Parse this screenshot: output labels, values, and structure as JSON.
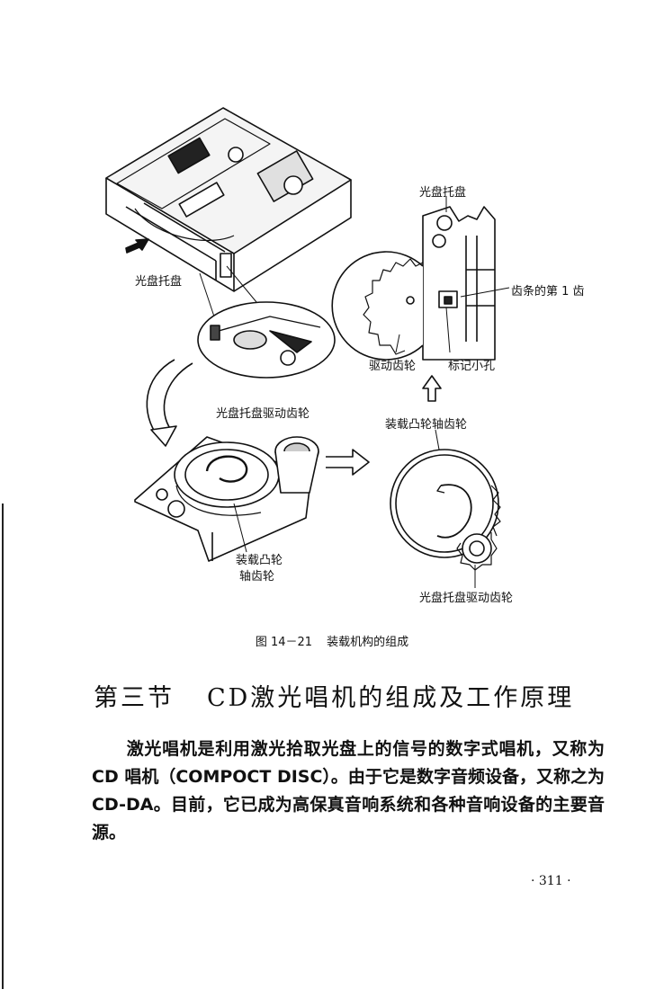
{
  "figure": {
    "labels": {
      "tray_left": "光盘托盘",
      "tray_top_right": "光盘托盘",
      "rack_first_tooth": "齿条的第 1 齿",
      "drive_gear": "驱动齿轮",
      "mark_hole": "标记小孔",
      "tray_drive_gear_top": "光盘托盘驱动齿轮",
      "load_cam_gear_right": "装载凸轮轴齿轮",
      "load_cam_line1": "装载凸轮",
      "load_cam_line2": "轴齿轮",
      "tray_drive_gear_bottom": "光盘托盘驱动齿轮"
    },
    "caption_number": "图 14－21",
    "caption_text": "装载机构的组成"
  },
  "section": {
    "number": "第三节",
    "title": "CD激光唱机的组成及工作原理"
  },
  "paragraph": "激光唱机是利用激光拾取光盘上的信号的数字式唱机，又称为 CD 唱机（COMPOCT DISC）。由于它是数字音频设备，又称之为 CD-DA。目前，它已成为高保真音响系统和各种音响设备的主要音源。",
  "page_number": "· 311 ·"
}
